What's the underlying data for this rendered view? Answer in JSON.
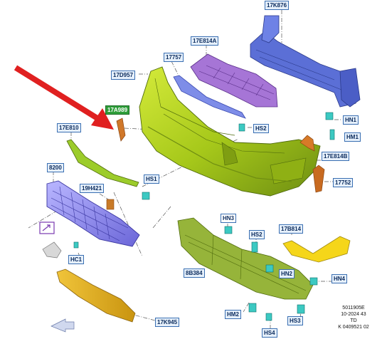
{
  "labels": {
    "l17K876": "17K876",
    "l17E814A": "17E814A",
    "l17757": "17757",
    "l17D957": "17D957",
    "l17A989": "17A989",
    "l17E810": "17E810",
    "l8200": "8200",
    "l19H421": "19H421",
    "lHS1": "HS1",
    "lHS2": "HS2",
    "lHN1": "HN1",
    "lHM1": "HM1",
    "l17E814B": "17E814B",
    "l17752": "17752",
    "lHN3": "HN3",
    "lHS2b": "HS2",
    "l17B814": "17B814",
    "lHC1": "HC1",
    "l8B384": "8B384",
    "lHN2": "HN2",
    "lHN4": "HN4",
    "l17K945": "17K945",
    "lHM2": "HM2",
    "lHS4": "HS4",
    "lHS3": "HS3"
  },
  "footer": {
    "code": "5011905E",
    "date": "10-2024 43",
    "td": "TD",
    "ref": "K 0409521 02"
  },
  "colors": {
    "bumper": "#a6c81a",
    "grille": "#8b88e8",
    "reinforcement": "#5b6fd6",
    "absorber": "#a675d6",
    "skid": "#e0b017",
    "lamp": "#f5d61a",
    "undertray": "#96b43a",
    "arrow": "#e02020",
    "label_border": "#3a6fb2"
  },
  "icons": [
    "red-pointer-arrow",
    "open-part-icon",
    "fastener-icon",
    "direction-arrow-icon"
  ]
}
